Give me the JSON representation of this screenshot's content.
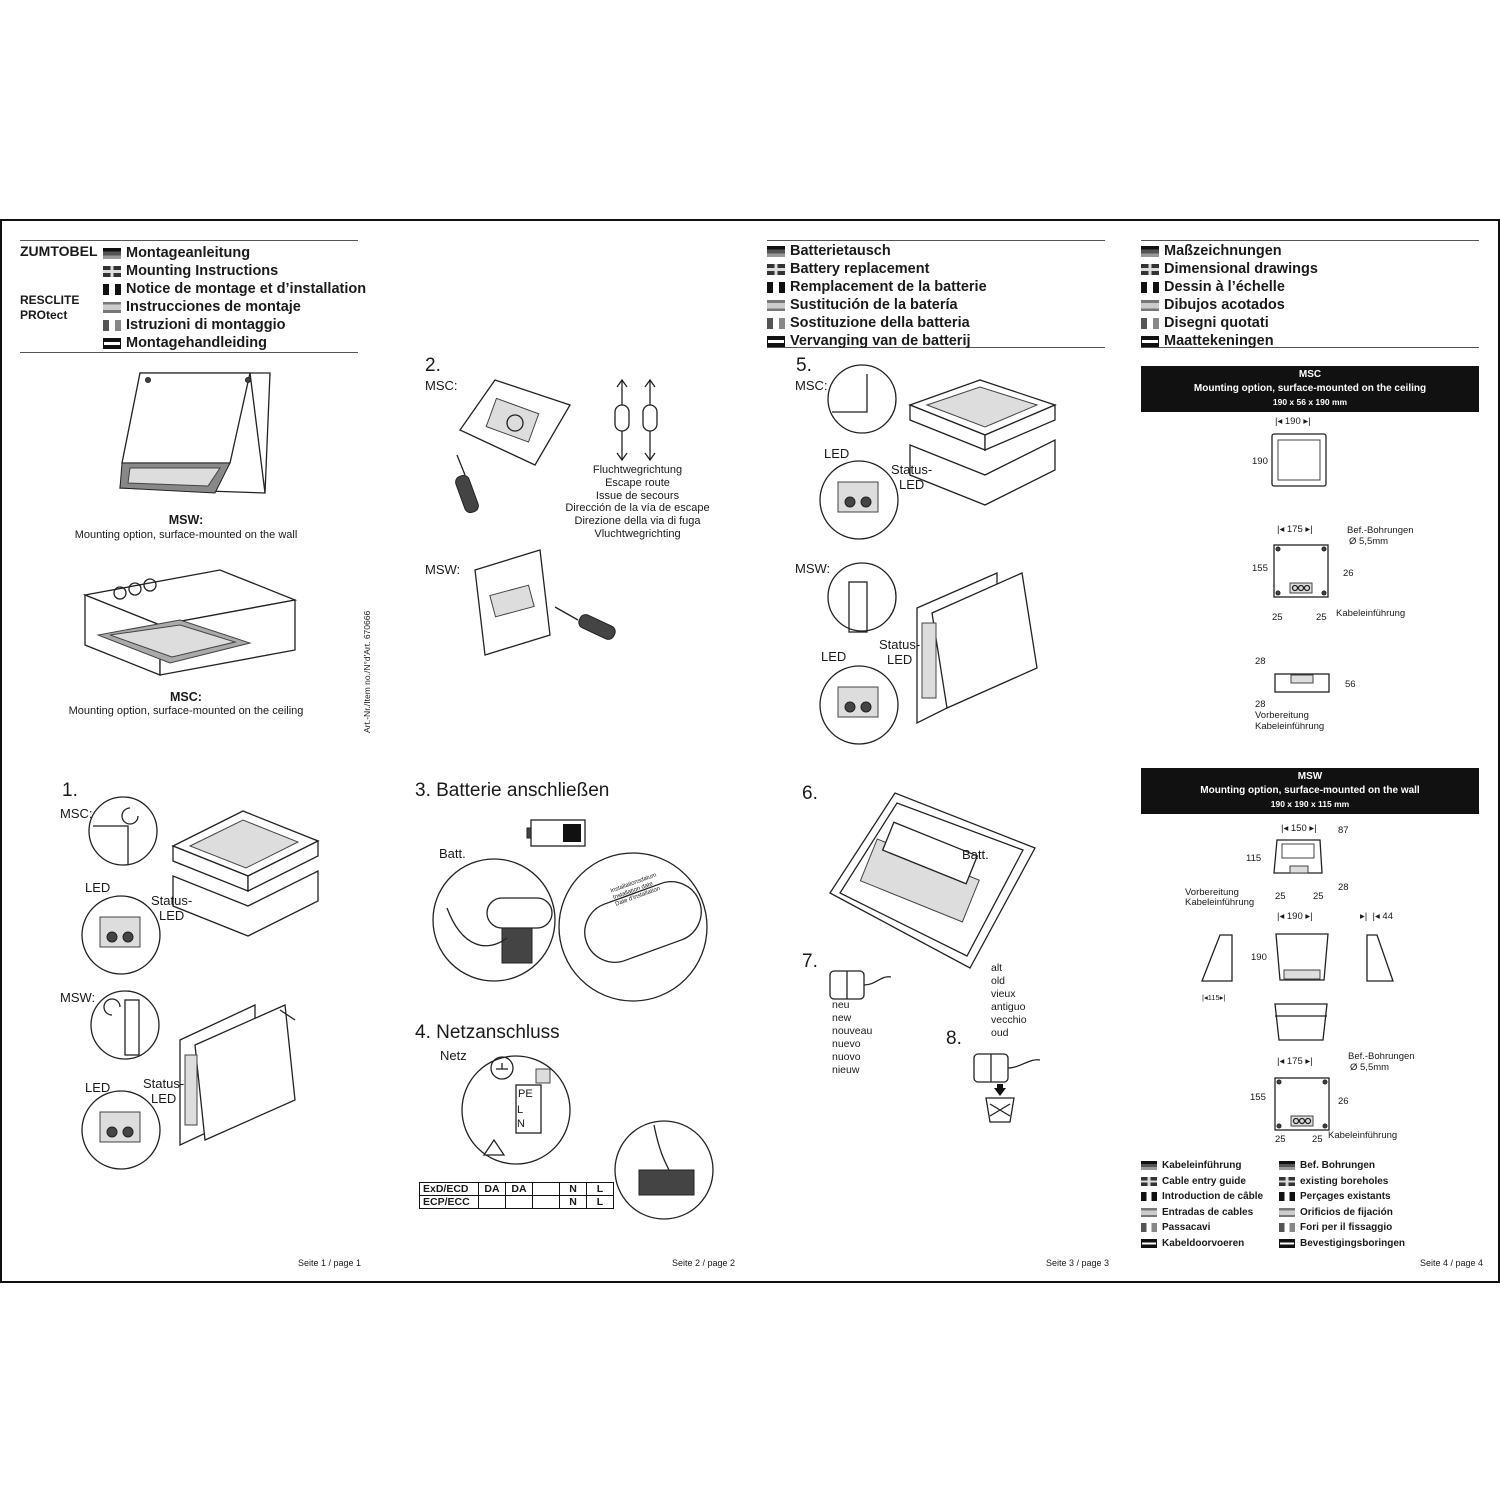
{
  "brand": "ZUMTOBEL",
  "product": [
    "RESCLITE",
    "PROtect"
  ],
  "page1": {
    "titles": [
      {
        "flag": "de",
        "text": "Montageanleitung"
      },
      {
        "flag": "gb",
        "text": "Mounting Instructions"
      },
      {
        "flag": "fr",
        "text": "Notice de montage et d’installation"
      },
      {
        "flag": "es",
        "text": "Instrucciones de montaje"
      },
      {
        "flag": "it",
        "text": "Istruzioni di montaggio"
      },
      {
        "flag": "nl",
        "text": "Montagehandleiding"
      }
    ],
    "msw_label": "MSW",
    "msw_caption": "Mounting option, surface-mounted on the wall",
    "msc_label": "MSC",
    "msc_caption": "Mounting option, surface-mounted on the ceiling",
    "article_no": "Art.-Nr./Item no./N°d'Art. 670666",
    "step1": "1.",
    "msc": "MSC:",
    "msw": "MSW:",
    "led": "LED",
    "status_led_1": "Status-",
    "status_led_2": "LED",
    "footer": "Seite 1 / page 1"
  },
  "page2": {
    "step2": "2.",
    "msc": "MSC:",
    "msw": "MSW:",
    "escape_route": [
      "Fluchtwegrichtung",
      "Escape route",
      "Issue de secours",
      "Dirección de la vía de escape",
      "Direzione della via di fuga",
      "Vluchtwegrichting"
    ],
    "step3": "3. Batterie anschließen",
    "batt": "Batt.",
    "label_text": [
      "Installationsdatum",
      "Installation date",
      "Date d'installation"
    ],
    "step4": "4. Netzanschluss",
    "netz": "Netz",
    "pe": "PE",
    "l": "L",
    "n": "N",
    "table": [
      [
        "ExD/ECD",
        "DA",
        "DA",
        "",
        "N",
        "L"
      ],
      [
        "ECP/ECC",
        "",
        "",
        "",
        "N",
        "L"
      ]
    ],
    "footer": "Seite 2 / page 2"
  },
  "page3": {
    "titles": [
      {
        "flag": "de",
        "text": "Batterietausch"
      },
      {
        "flag": "gb",
        "text": "Battery replacement"
      },
      {
        "flag": "fr",
        "text": "Remplacement de la batterie"
      },
      {
        "flag": "es",
        "text": "Sustitución de la batería"
      },
      {
        "flag": "it",
        "text": "Sostituzione della batteria"
      },
      {
        "flag": "nl",
        "text": "Vervanging van de batterij"
      }
    ],
    "step5": "5.",
    "msc": "MSC:",
    "msw": "MSW:",
    "led": "LED",
    "status_led_1": "Status-",
    "status_led_2": "LED",
    "step6": "6.",
    "batt": "Batt.",
    "step7": "7.",
    "new": [
      "neu",
      "new",
      "nouveau",
      "nuevo",
      "nuovo",
      "nieuw"
    ],
    "old": [
      "alt",
      "old",
      "vieux",
      "antiguo",
      "vecchio",
      "oud"
    ],
    "step8": "8.",
    "footer": "Seite 3 / page 3"
  },
  "page4": {
    "titles": [
      {
        "flag": "de",
        "text": "Maßzeichnungen"
      },
      {
        "flag": "gb",
        "text": "Dimensional drawings"
      },
      {
        "flag": "fr",
        "text": "Dessin à l’échelle"
      },
      {
        "flag": "es",
        "text": "Dibujos acotados"
      },
      {
        "flag": "it",
        "text": "Disegni quotati"
      },
      {
        "flag": "nl",
        "text": "Maattekeningen"
      }
    ],
    "msc_box": {
      "title": "MSC",
      "subtitle": "Mounting option, surface-mounted on the ceiling",
      "size": "190 x 56 x 190 mm"
    },
    "msw_box": {
      "title": "MSW",
      "subtitle": "Mounting option, surface-mounted on the wall",
      "size": "190 x 190 x 115 mm"
    },
    "dims": {
      "d190": "190",
      "d175": "175",
      "d155": "155",
      "d26": "26",
      "d25": "25",
      "d28": "28",
      "d56": "56",
      "d150": "150",
      "d87": "87",
      "d115": "115",
      "d44": "44",
      "d115s": "115"
    },
    "bef_bohrungen": "Bef.-Bohrungen",
    "diameter": "Ø 5,5mm",
    "kabeleinfuehrung": "Kabeleinführung",
    "vorbereitung": "Vorbereitung",
    "vorbereitung2": "Kabeleinführung",
    "legend_left": [
      {
        "flag": "de",
        "text": "Kabeleinführung"
      },
      {
        "flag": "gb",
        "text": "Cable entry guide"
      },
      {
        "flag": "fr",
        "text": "Introduction de câble"
      },
      {
        "flag": "es",
        "text": "Entradas de cables"
      },
      {
        "flag": "it",
        "text": "Passacavi"
      },
      {
        "flag": "nl",
        "text": "Kabeldoorvoeren"
      }
    ],
    "legend_right": [
      {
        "flag": "de",
        "text": "Bef. Bohrungen"
      },
      {
        "flag": "gb",
        "text": "existing boreholes"
      },
      {
        "flag": "fr",
        "text": "Perçages existants"
      },
      {
        "flag": "es",
        "text": "Orificios de fijación"
      },
      {
        "flag": "it",
        "text": "Fori per il fissaggio"
      },
      {
        "flag": "nl",
        "text": "Bevestigingsboringen"
      }
    ],
    "footer": "Seite 4 / page 4"
  }
}
